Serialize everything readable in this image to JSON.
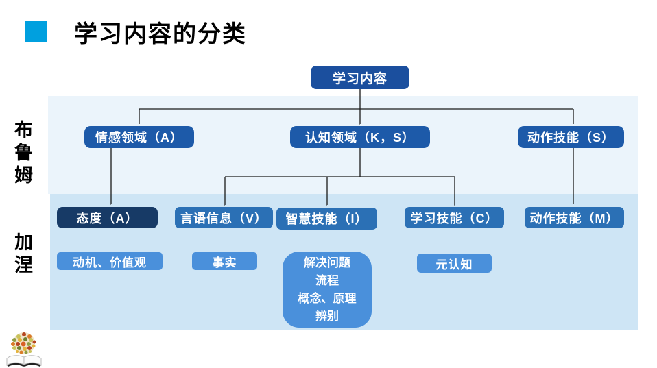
{
  "slide": {
    "title": "学习内容的分类"
  },
  "side_labels": {
    "bloom": "布鲁姆",
    "gagne": "加涅"
  },
  "diagram": {
    "root": "学习内容",
    "level2": [
      "情感领域（A）",
      "认知领域（K，S）",
      "动作技能（S）"
    ],
    "level3": [
      "态度（A）",
      "言语信息（V）",
      "智慧技能（I）",
      "学习技能（C）",
      "动作技能（M）"
    ],
    "level4": [
      "动机、价值观",
      "事实",
      "元认知"
    ],
    "cognitive_detail": [
      "解决问题",
      "流程",
      "概念、原理",
      "辨别"
    ]
  },
  "colors": {
    "accent_square": "#00A0DF",
    "node_root": "#1B4F9E",
    "node_level2": "#1D5AA9",
    "node_level3": "#2B70B5",
    "node_attitude": "#173A66",
    "node_level4": "#4A90DB",
    "panel_upper": "#EBF4FB",
    "panel_lower": "#CEE5F5",
    "connector": "#1A1A1A"
  }
}
